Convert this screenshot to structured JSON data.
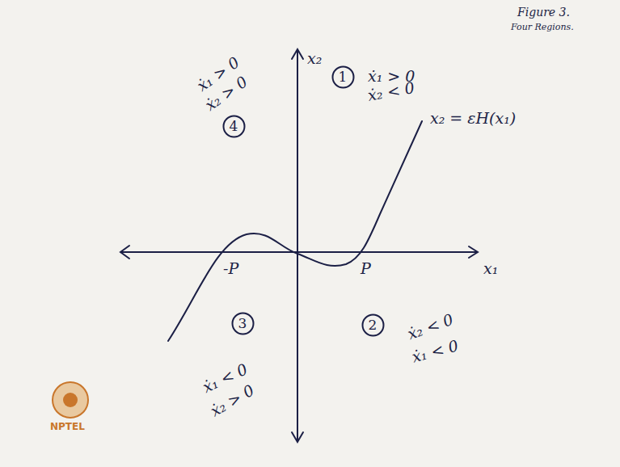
{
  "diagram": {
    "nodes": [
      {
        "text": [
          "4"
        ]
      },
      {
        "text": [
          "1"
        ]
      },
      {
        "text": [
          "3"
        ]
      },
      {
        "text": [
          "2"
        ]
      }
    ],
    "labels": [
      "x₂",
      "ẋ₁ > 0",
      "ẋ₂ > 0",
      "ẋ₁ > 0",
      "ẋ₂ < 0",
      "x₂ = εH(x₁)",
      "-P",
      "P",
      "x₁",
      "ẋ₁ < 0",
      "ẋ₂ > 0",
      "ẋ₂ < 0",
      "ẋ₁ < 0",
      "Figure 3.",
      "Four Regions.",
      "NPTEL"
    ]
  }
}
